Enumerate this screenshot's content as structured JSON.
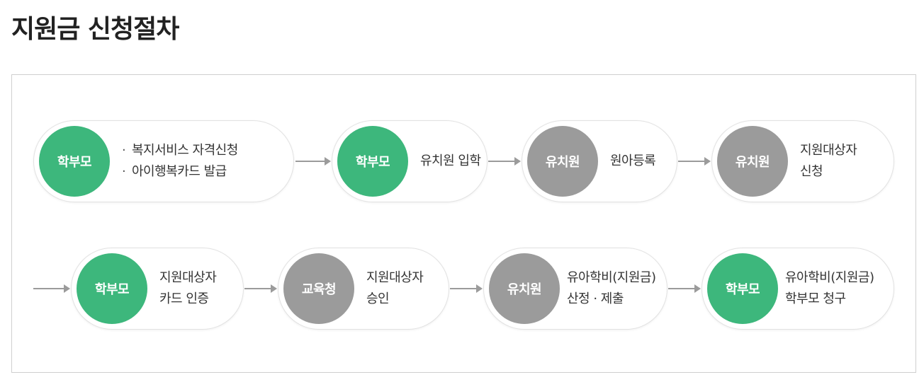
{
  "title": "지원금 신청절차",
  "row1": [
    {
      "actor": "학부모",
      "lines": [
        "복지서비스 자격신청",
        "아이행복카드 발급"
      ]
    },
    {
      "actor": "학부모",
      "lines": [
        "유치원 입학"
      ]
    },
    {
      "actor": "유치원",
      "lines": [
        "원아등록"
      ]
    },
    {
      "actor": "유치원",
      "lines": [
        "지원대상자",
        "신청"
      ]
    }
  ],
  "row2": [
    {
      "actor": "학부모",
      "lines": [
        "지원대상자",
        "카드 인증"
      ]
    },
    {
      "actor": "교육청",
      "lines": [
        "지원대상자",
        "승인"
      ]
    },
    {
      "actor": "유치원",
      "lines": [
        "유아학비(지원금)",
        "산정 · 제출"
      ]
    },
    {
      "actor": "학부모",
      "lines": [
        "유아학비(지원금)",
        "학부모 청구"
      ]
    }
  ],
  "colors": {
    "parent": "#3db77c",
    "institution": "#9b9b9b",
    "arrow": "#9b9b9b"
  }
}
